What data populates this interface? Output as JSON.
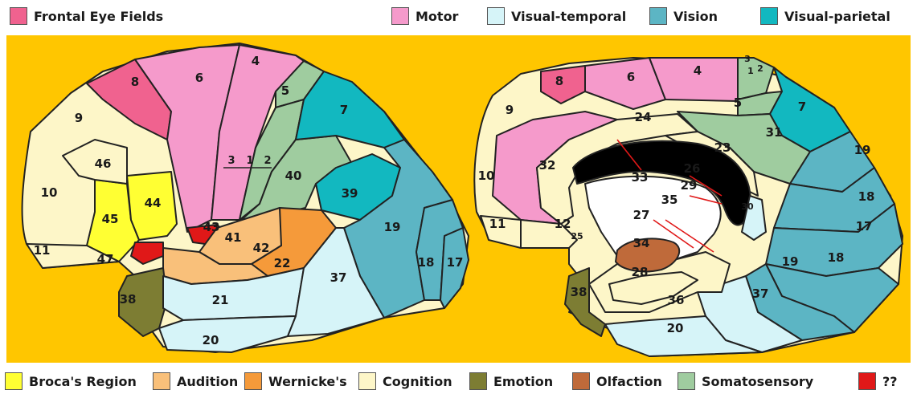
{
  "legend_top": [
    {
      "label": "Frontal Eye Fields",
      "color": "#f0628f"
    },
    {
      "label": "Motor",
      "color": "#f59acb"
    },
    {
      "label": "Visual-temporal",
      "color": "#d6f4f8"
    },
    {
      "label": "Vision",
      "color": "#5cb5c4"
    },
    {
      "label": "Visual-parietal",
      "color": "#12b8c0"
    }
  ],
  "legend_bottom": [
    {
      "label": "Broca's Region",
      "color": "#ffff33"
    },
    {
      "label": "Audition",
      "color": "#f9c07a"
    },
    {
      "label": "Wernicke's",
      "color": "#f59a3a"
    },
    {
      "label": "Cognition",
      "color": "#fdf6c8"
    },
    {
      "label": "Emotion",
      "color": "#7d7d33"
    },
    {
      "label": "Olfaction",
      "color": "#bf6a3a"
    },
    {
      "label": "Somatosensory",
      "color": "#9fcc9f"
    },
    {
      "label": "??",
      "color": "#e01818"
    }
  ],
  "background_color": "#ffc600",
  "lateral_labels": [
    "8",
    "6",
    "4",
    "5",
    "7",
    "9",
    "46",
    "10",
    "3",
    "1",
    "2",
    "40",
    "39",
    "45",
    "44",
    "43",
    "41",
    "42",
    "22",
    "19",
    "18",
    "17",
    "11",
    "47",
    "38",
    "21",
    "37",
    "20"
  ],
  "medial_labels": [
    "8",
    "6",
    "4",
    "3",
    "1",
    "2",
    "5",
    "7",
    "9",
    "24",
    "31",
    "32",
    "23",
    "19",
    "10",
    "33",
    "26",
    "29",
    "18",
    "30",
    "27",
    "35",
    "17",
    "11",
    "12",
    "25",
    "34",
    "19",
    "18",
    "38",
    "28",
    "37",
    "36",
    "20"
  ]
}
